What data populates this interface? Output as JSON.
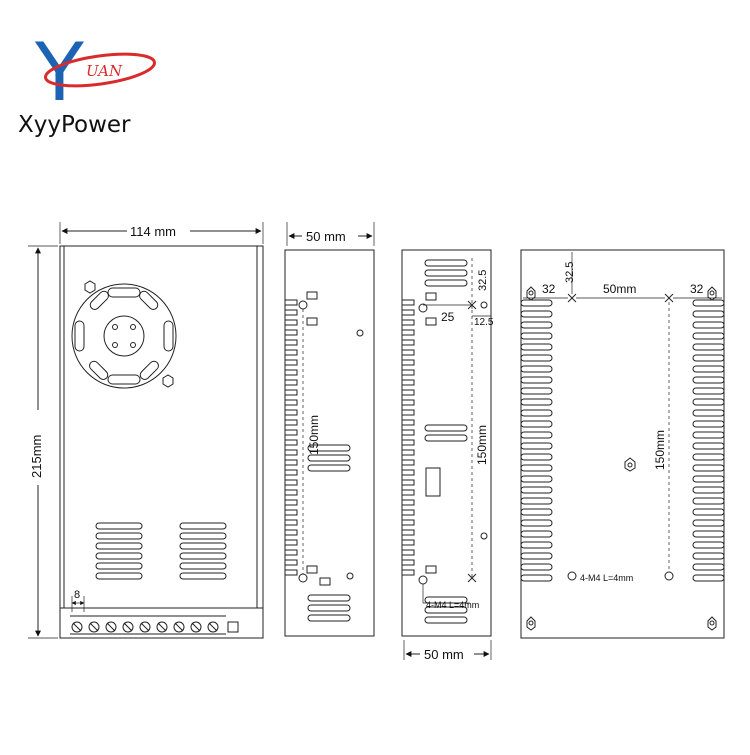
{
  "brand": {
    "logo_letter": "Y",
    "logo_text": "UAN",
    "name": "XyyPower",
    "colors": {
      "blue": "#1c63b3",
      "red": "#d92b2b"
    }
  },
  "front_view": {
    "width_label": "114 mm",
    "height_label": "215mm",
    "terminal_pitch_label": "8"
  },
  "side_view": {
    "width_label": "50 mm",
    "hole_spacing_label": "150mm"
  },
  "back_side_view": {
    "top_offset_label": "32.5",
    "hole_offset_label": "25",
    "edge_offset_label": "12.5",
    "hole_spacing_label": "150mm",
    "screw_label": "4-M4  L=4mm",
    "width_label": "50 mm"
  },
  "bottom_view": {
    "top_offset_label": "32.5",
    "left_offset_label": "32",
    "hole_spacing_h_label": "50mm",
    "right_offset_label": "32",
    "hole_spacing_v_label": "150mm",
    "screw_label": "4-M4  L=4mm"
  }
}
